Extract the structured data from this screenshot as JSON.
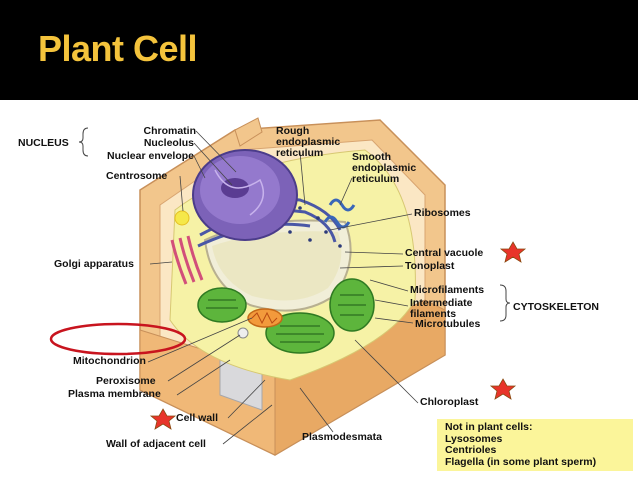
{
  "title": "Plant Cell",
  "colors": {
    "banner": "#000000",
    "title": "#f4c33c",
    "note_box": "#fbf59a",
    "highlight_oval": "#c8141e",
    "star": "#e8342a"
  },
  "labels": {
    "nucleus": "NUCLEUS",
    "chromatin": "Chromatin",
    "nucleolus": "Nucleolus",
    "nuclear_envelope": "Nuclear envelope",
    "centrosome": "Centrosome",
    "golgi": "Golgi apparatus",
    "mitochondrion": "Mitochondrion",
    "peroxisome": "Peroxisome",
    "plasma_membrane": "Plasma membrane",
    "cell_wall": "Cell wall",
    "wall_adjacent": "Wall of adjacent cell",
    "rough_er_1": "Rough",
    "rough_er_2": "endoplasmic",
    "rough_er_3": "reticulum",
    "smooth_er_1": "Smooth",
    "smooth_er_2": "endoplasmic",
    "smooth_er_3": "reticulum",
    "ribosomes": "Ribosomes",
    "central_vacuole": "Central vacuole",
    "tonoplast": "Tonoplast",
    "microfilaments": "Microfilaments",
    "intermediate_1": "Intermediate",
    "intermediate_2": "filaments",
    "microtubules": "Microtubules",
    "cytoskeleton": "CYTOSKELETON",
    "chloroplast": "Chloroplast",
    "plasmodesmata": "Plasmodesmata"
  },
  "note": {
    "heading": "Not in plant cells:",
    "items": [
      "Lysosomes",
      "Centrioles",
      "Flagella (in some plant sperm)"
    ]
  }
}
